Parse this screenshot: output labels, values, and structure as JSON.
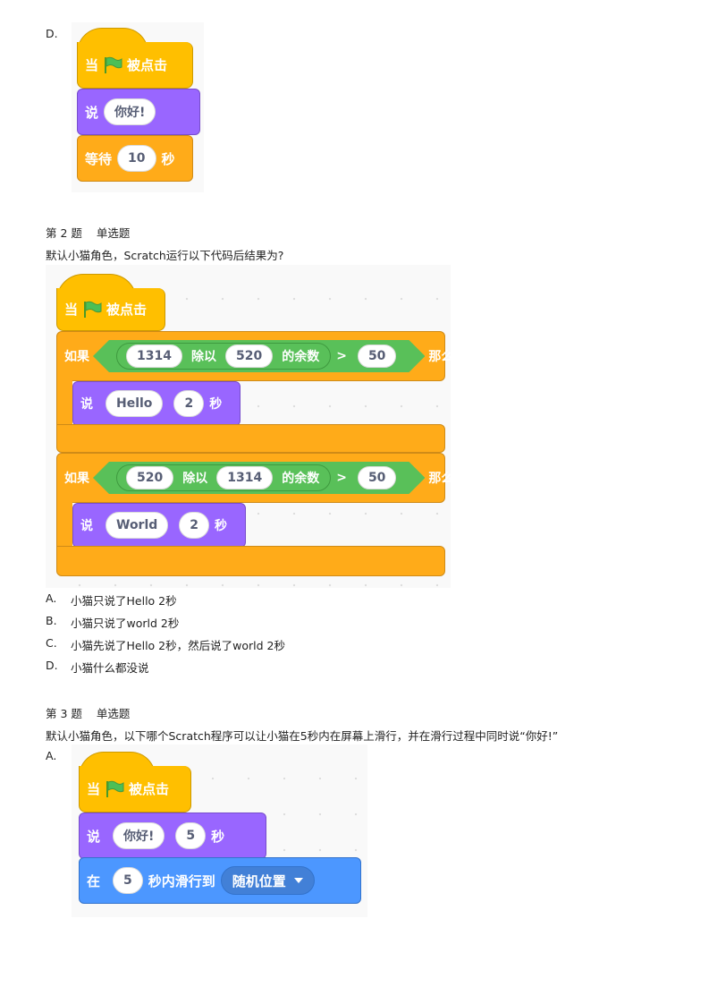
{
  "prev_option": {
    "letter": "D.",
    "script": {
      "when": "当",
      "clicked": "被点击",
      "say": "说",
      "say_text": "你好!",
      "wait": "等待",
      "wait_value": "10",
      "seconds": "秒"
    }
  },
  "q2": {
    "number": "第 2 题",
    "type": "单选题",
    "question": "默认小猫角色，Scratch运行以下代码后结果为?",
    "script": {
      "when": "当",
      "clicked": "被点击",
      "if": "如果",
      "then": "那么",
      "mod_div": "除以",
      "mod_of": "的余数",
      "gt": ">",
      "if1": {
        "a": "1314",
        "b": "520",
        "cmp": "50"
      },
      "say1": {
        "say": "说",
        "text": "Hello",
        "secs": "2",
        "unit": "秒"
      },
      "if2": {
        "a": "520",
        "b": "1314",
        "cmp": "50"
      },
      "say2": {
        "say": "说",
        "text": "World",
        "secs": "2",
        "unit": "秒"
      }
    },
    "options": [
      {
        "letter": "A.",
        "text": "小猫只说了Hello 2秒"
      },
      {
        "letter": "B.",
        "text": "小猫只说了world 2秒"
      },
      {
        "letter": "C.",
        "text": "小猫先说了Hello 2秒，然后说了world 2秒"
      },
      {
        "letter": "D.",
        "text": "小猫什么都没说"
      }
    ]
  },
  "q3": {
    "number": "第 3 题",
    "type": "单选题",
    "question": "默认小猫角色，以下哪个Scratch程序可以让小猫在5秒内在屏幕上滑行，并在滑行过程中同时说“你好!”",
    "option_a": {
      "letter": "A.",
      "script": {
        "when": "当",
        "clicked": "被点击",
        "say": "说",
        "say_text": "你好!",
        "say_secs": "5",
        "unit": "秒",
        "in": "在",
        "glide_secs": "5",
        "glide_to": "秒内滑行到",
        "target": "随机位置"
      }
    }
  }
}
